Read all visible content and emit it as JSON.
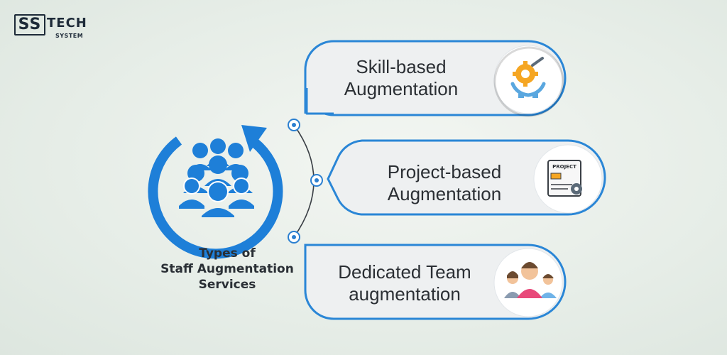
{
  "logo": {
    "primary": "SS",
    "secondary": "TECH",
    "tagline": "SYSTEM"
  },
  "title_lines": [
    "Types of",
    "Staff Augmentation",
    "Services"
  ],
  "cards": [
    {
      "line1": "Skill-based",
      "line2": "Augmentation",
      "icon": "gear-hands-icon"
    },
    {
      "line1": "Project-based",
      "line2": "Augmentation",
      "icon": "project-document-icon",
      "badge": "PROJECT"
    },
    {
      "line1": "Dedicated Team",
      "line2": "augmentation",
      "icon": "team-people-icon"
    }
  ],
  "colors": {
    "accent": "#1e7fd8",
    "bubble_border": "#2a86d6",
    "text": "#2b2f34",
    "gear": "#f5a623",
    "hands": "#5aa7df",
    "team_shirt": "#e8497a"
  }
}
